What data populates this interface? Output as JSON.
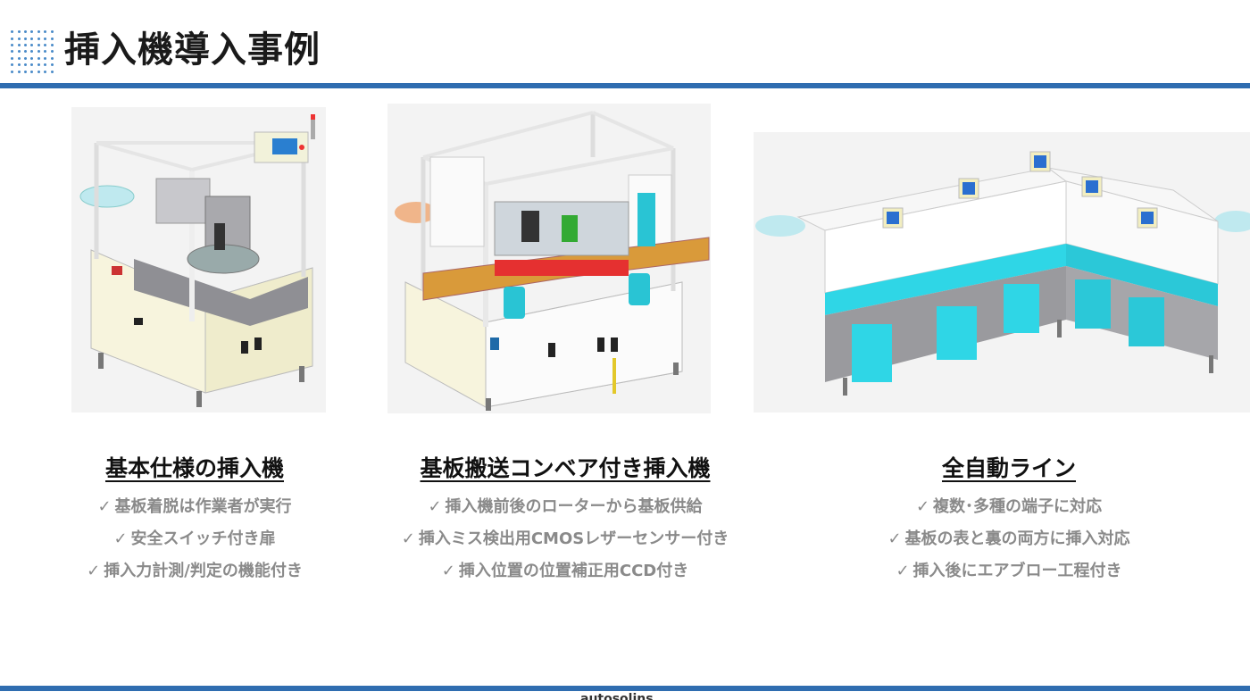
{
  "page": {
    "title": "挿入機導入事例",
    "accent_color": "#2f6db0",
    "footer_text": "autosolins"
  },
  "check_icon": "✓",
  "cases": [
    {
      "heading": "基本仕様の挿入機",
      "features": [
        "基板着脱は作業者が実行",
        "安全スイッチ付き扉",
        "挿入力計測/判定の機能付き"
      ]
    },
    {
      "heading": "基板搬送コンベア付き挿入機",
      "features": [
        "挿入機前後のローターから基板供給",
        "挿入ミス検出用CMOSレザーセンサー付き",
        "挿入位置の位置補正用CCD付き"
      ]
    },
    {
      "heading": "全自動ライン",
      "features": [
        "複数･多種の端子に対応",
        "基板の表と裏の両方に挿入対応",
        "挿入後にエアブロー工程付き"
      ]
    }
  ]
}
